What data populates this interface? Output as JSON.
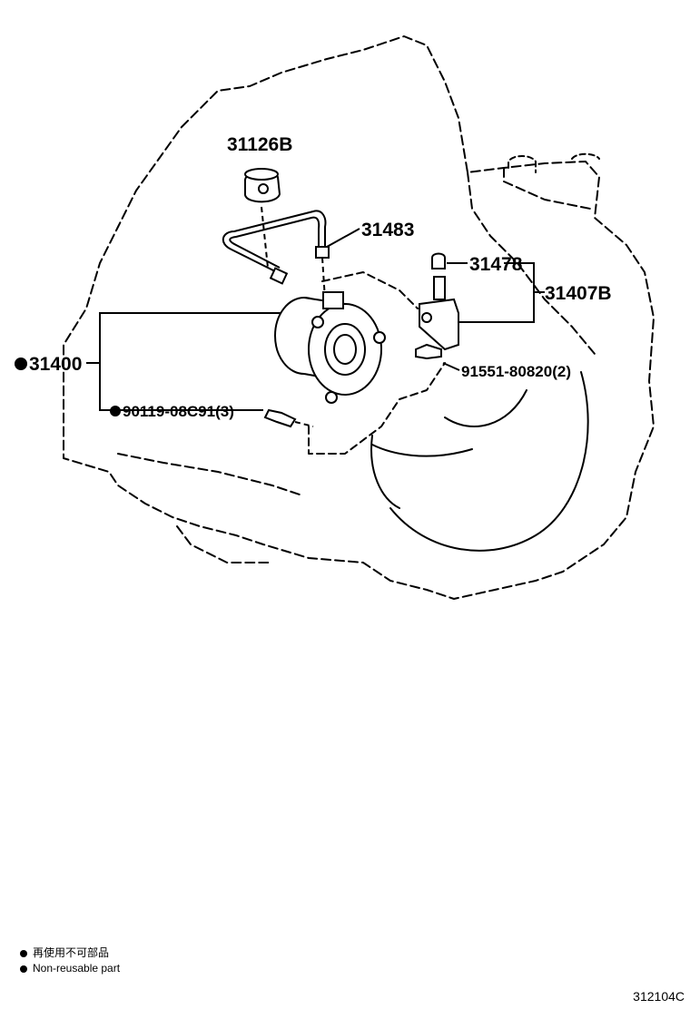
{
  "labels": {
    "p31126B": "31126B",
    "p31483": "31483",
    "p31478": "31478",
    "p31407B": "31407B",
    "p31400": "31400",
    "p91551": "91551-80820(2)",
    "p90119": "90119-08C91(3)"
  },
  "legend": {
    "jp": "再使用不可部品",
    "en": "Non-reusable part"
  },
  "diagram_code": "312104C",
  "colors": {
    "line": "#000000",
    "background": "#ffffff"
  }
}
